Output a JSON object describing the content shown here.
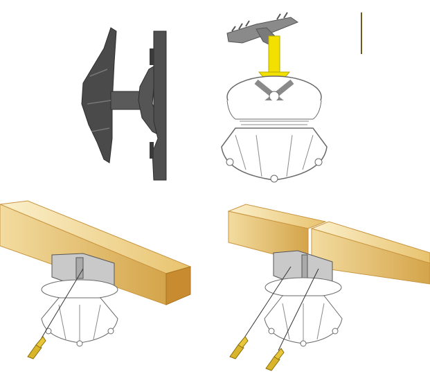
{
  "figure": {
    "panels": [
      {
        "id": "p1",
        "subject": "clip-closeup"
      },
      {
        "id": "p2",
        "subject": "clip-inserted-on-pedestal"
      },
      {
        "id": "p3",
        "subject": "single-joist-on-pedestal"
      },
      {
        "id": "p4",
        "subject": "two-joists-on-pedestal"
      }
    ],
    "colors": {
      "clip_dark": "#4a4a4a",
      "clip_mid": "#6b6b6b",
      "arrow_yellow": "#f2e100",
      "wood_light": "#f3dca0",
      "wood_mid": "#e0b866",
      "wood_dark": "#c9953f",
      "pedestal_line": "#6a6a6a",
      "screw_gold": "#d8b52a"
    },
    "icons": [
      "down-arrow-icon",
      "screw-icon"
    ]
  }
}
